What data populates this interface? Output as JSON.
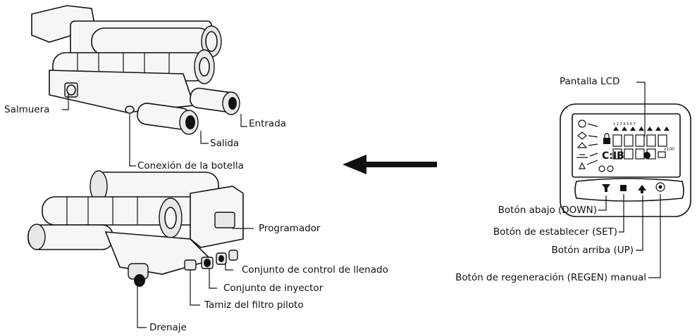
{
  "labels": {
    "top_valve": {
      "brine": "Salmuera",
      "inlet": "Entrada",
      "outlet": "Salida",
      "bottle_connection": "Conexión de la botella"
    },
    "bottom_valve": {
      "programmer": "Programador",
      "fill_control": "Conjunto de control de llenado",
      "injector": "Conjunto de inyector",
      "pilot_screen": "Tamiz del filtro piloto",
      "drain": "Drenaje"
    },
    "controller": {
      "lcd": "Pantalla LCD",
      "down": "Botón abajo (DOWN)",
      "set": "Botón de establecer (SET)",
      "up": "Botón arriba (UP)",
      "regen": "Botón de regeneración (REGEN) manual"
    }
  },
  "lcd_digits": "1 2 3 4 5 6 7",
  "lcd_x100": "x100",
  "arrow_direction": "left"
}
